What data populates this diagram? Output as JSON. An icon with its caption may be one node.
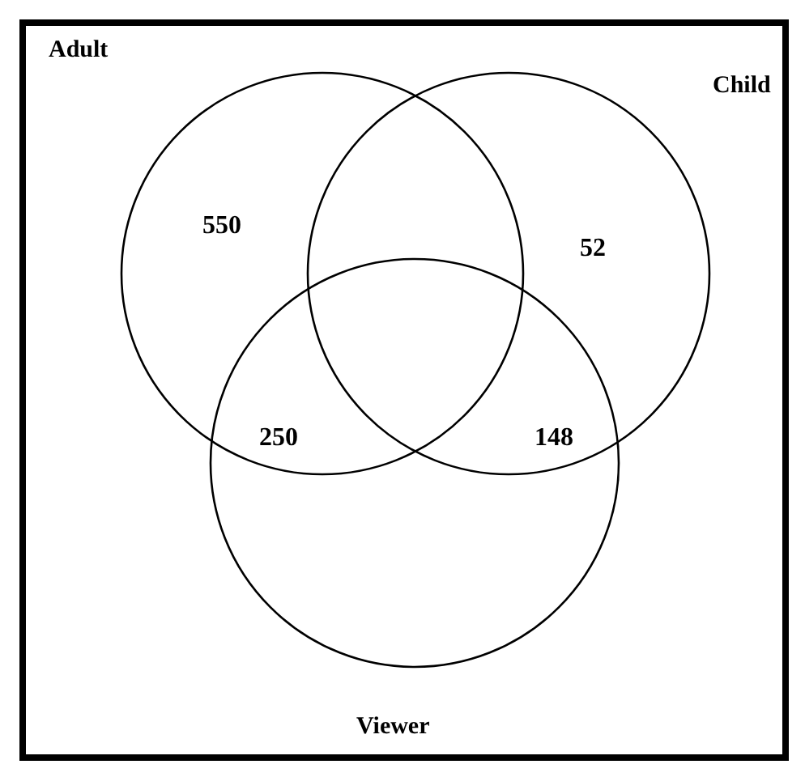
{
  "diagram": {
    "nodes": [
      {
        "text": [
          "Adult"
        ]
      },
      {
        "text": [
          "Child"
        ]
      },
      {
        "text": [
          "Viewer"
        ]
      }
    ],
    "edges": [],
    "labels": [
      "550",
      "52",
      "250",
      "148"
    ]
  }
}
